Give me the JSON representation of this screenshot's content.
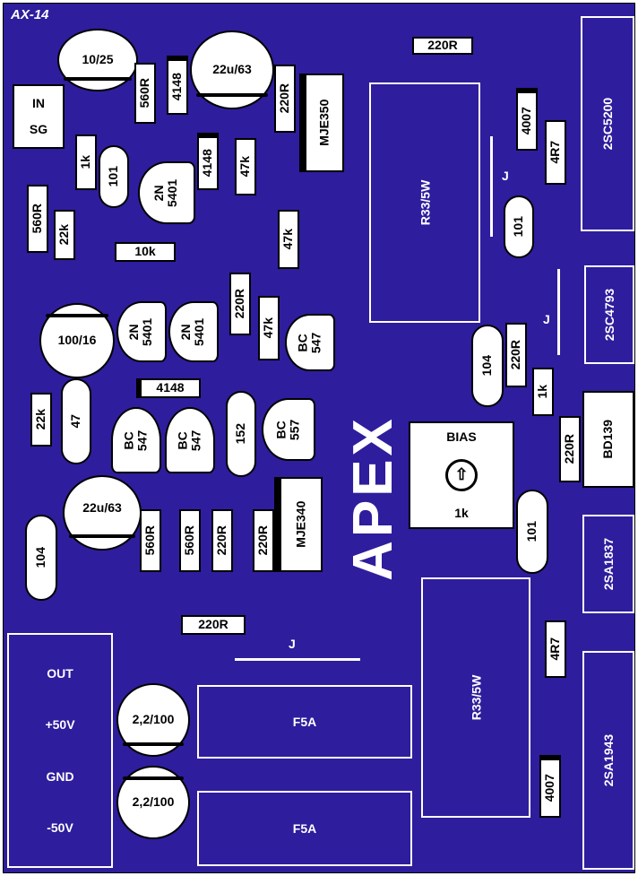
{
  "title": "AX-14",
  "logo": "APEX",
  "parts": {
    "r220_top": "220R",
    "c1025": "10/25",
    "r560_a": "560R",
    "d4148_a": "4148",
    "c22u_a": "22u/63",
    "r220_b": "220R",
    "mje350": "MJE350",
    "in": "IN",
    "sg": "SG",
    "r1k_a": "1k",
    "c101_a": "101",
    "t5401_a": "2N\n5401",
    "d4148_b": "4148",
    "r47k_a": "47k",
    "r560_b": "560R",
    "r22k_a": "22k",
    "r10k": "10k",
    "r47k_b": "47k",
    "rbig_a": "R33/5W",
    "d4007_a": "4007",
    "r4r7_a": "4R7",
    "q2sc5200": "2SC5200",
    "j_a": "J",
    "c101_b": "101",
    "r220_c": "220R",
    "r47k_c": "47k",
    "c10016": "100/16",
    "t5401_b": "2N\n5401",
    "t5401_c": "2N\n5401",
    "bc547_a": "BC\n547",
    "q2sc4793": "2SC4793",
    "j_b": "J",
    "c104_a": "104",
    "r220_d": "220R",
    "r1k_b": "1k",
    "d4148_c": "4148",
    "r22k_b": "22k",
    "c47": "47",
    "bc547_b": "BC\n547",
    "bc547_c": "BC\n547",
    "c152": "152",
    "bc557": "BC\n557",
    "bias": "BIAS",
    "bias_val": "1k",
    "r220_e": "220R",
    "bd139": "BD139",
    "c22u_b": "22u/63",
    "r560_c": "560R",
    "r560_d": "560R",
    "r220_f": "220R",
    "r220_g": "220R",
    "mje340": "MJE340",
    "c101_c": "101",
    "c104_b": "104",
    "q2sa1837": "2SA1837",
    "r220_h": "220R",
    "j_c": "J",
    "rbig_b": "R33/5W",
    "r4r7_b": "4R7",
    "q2sa1943": "2SA1943",
    "d4007_b": "4007",
    "out": "OUT",
    "p50": "+50V",
    "gnd": "GND",
    "m50": "-50V",
    "c22100_a": "2,2/100",
    "c22100_b": "2,2/100",
    "fuse_a": "F5A",
    "fuse_b": "F5A"
  }
}
